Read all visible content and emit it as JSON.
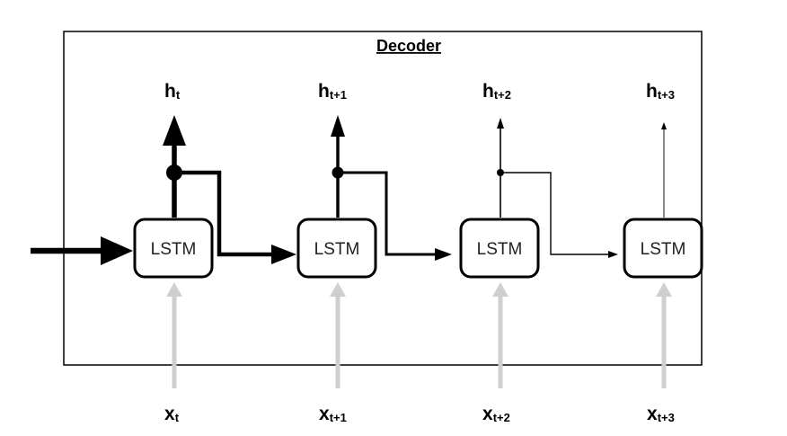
{
  "title": "Decoder",
  "cells": [
    {
      "label": "LSTM",
      "output": {
        "main": "h",
        "sub": "t"
      },
      "input": {
        "main": "x",
        "sub": "t"
      }
    },
    {
      "label": "LSTM",
      "output": {
        "main": "h",
        "sub": "t+1"
      },
      "input": {
        "main": "x",
        "sub": "t+1"
      }
    },
    {
      "label": "LSTM",
      "output": {
        "main": "h",
        "sub": "t+2"
      },
      "input": {
        "main": "x",
        "sub": "t+2"
      }
    },
    {
      "label": "LSTM",
      "output": {
        "main": "h",
        "sub": "t+3"
      },
      "input": {
        "main": "x",
        "sub": "t+3"
      }
    }
  ],
  "colors": {
    "line": "#000000",
    "input_arrow": "#cfcfcf",
    "box_fill": "#ffffff"
  }
}
